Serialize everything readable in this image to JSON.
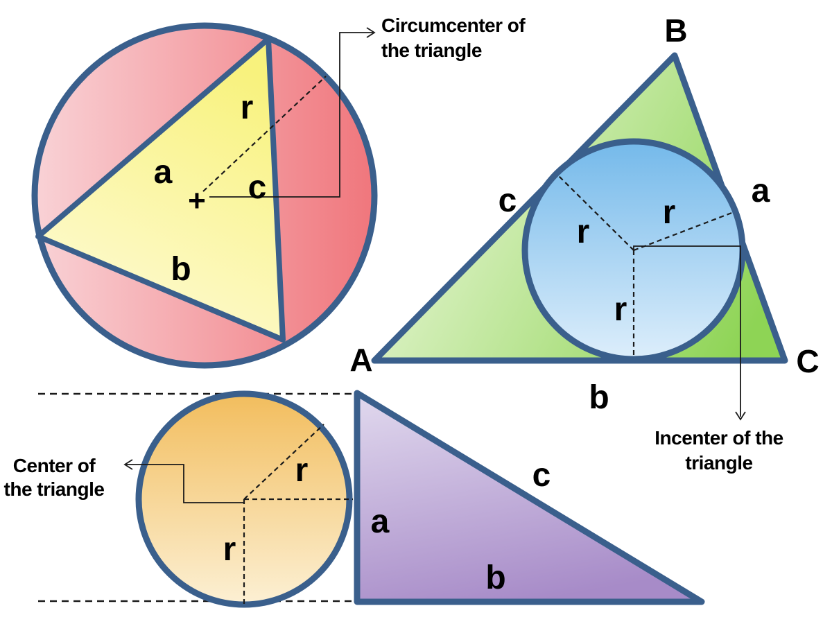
{
  "colors": {
    "stroke": "#3a5f8c",
    "annotation_line": "#1a1a1a",
    "fig1_circle_start": "#f9d2d6",
    "fig1_circle_end": "#f0767c",
    "fig1_triangle_start": "#f8f27d",
    "fig1_triangle_end": "#fefbd8",
    "fig2_triangle_start": "#edf8dd",
    "fig2_triangle_end": "#8ed455",
    "fig2_circle_start": "#74b9ea",
    "fig2_circle_end": "#ddeefb",
    "fig3_circle_start": "#f2bd5d",
    "fig3_circle_end": "#fcf0d4",
    "fig3_triangle_start": "#ded5ec",
    "fig3_triangle_end": "#a78bc8"
  },
  "fig1": {
    "labels": {
      "r": "r",
      "a": "a",
      "b": "b",
      "c": "c",
      "center_mark": "+"
    },
    "annotation": {
      "line1": "Circumcenter of",
      "line2": "the triangle"
    }
  },
  "fig2": {
    "vertices": {
      "A": "A",
      "B": "B",
      "C": "C"
    },
    "labels": {
      "a": "a",
      "b": "b",
      "c": "c",
      "r_left": "r",
      "r_right": "r",
      "r_bottom": "r"
    },
    "annotation": {
      "line1": "Incenter of the",
      "line2": "triangle"
    }
  },
  "fig3": {
    "labels": {
      "a": "a",
      "b": "b",
      "c": "c",
      "r_diagonal": "r",
      "r_vertical": "r"
    },
    "annotation": {
      "line1": "Center of",
      "line2": "the triangle"
    }
  }
}
